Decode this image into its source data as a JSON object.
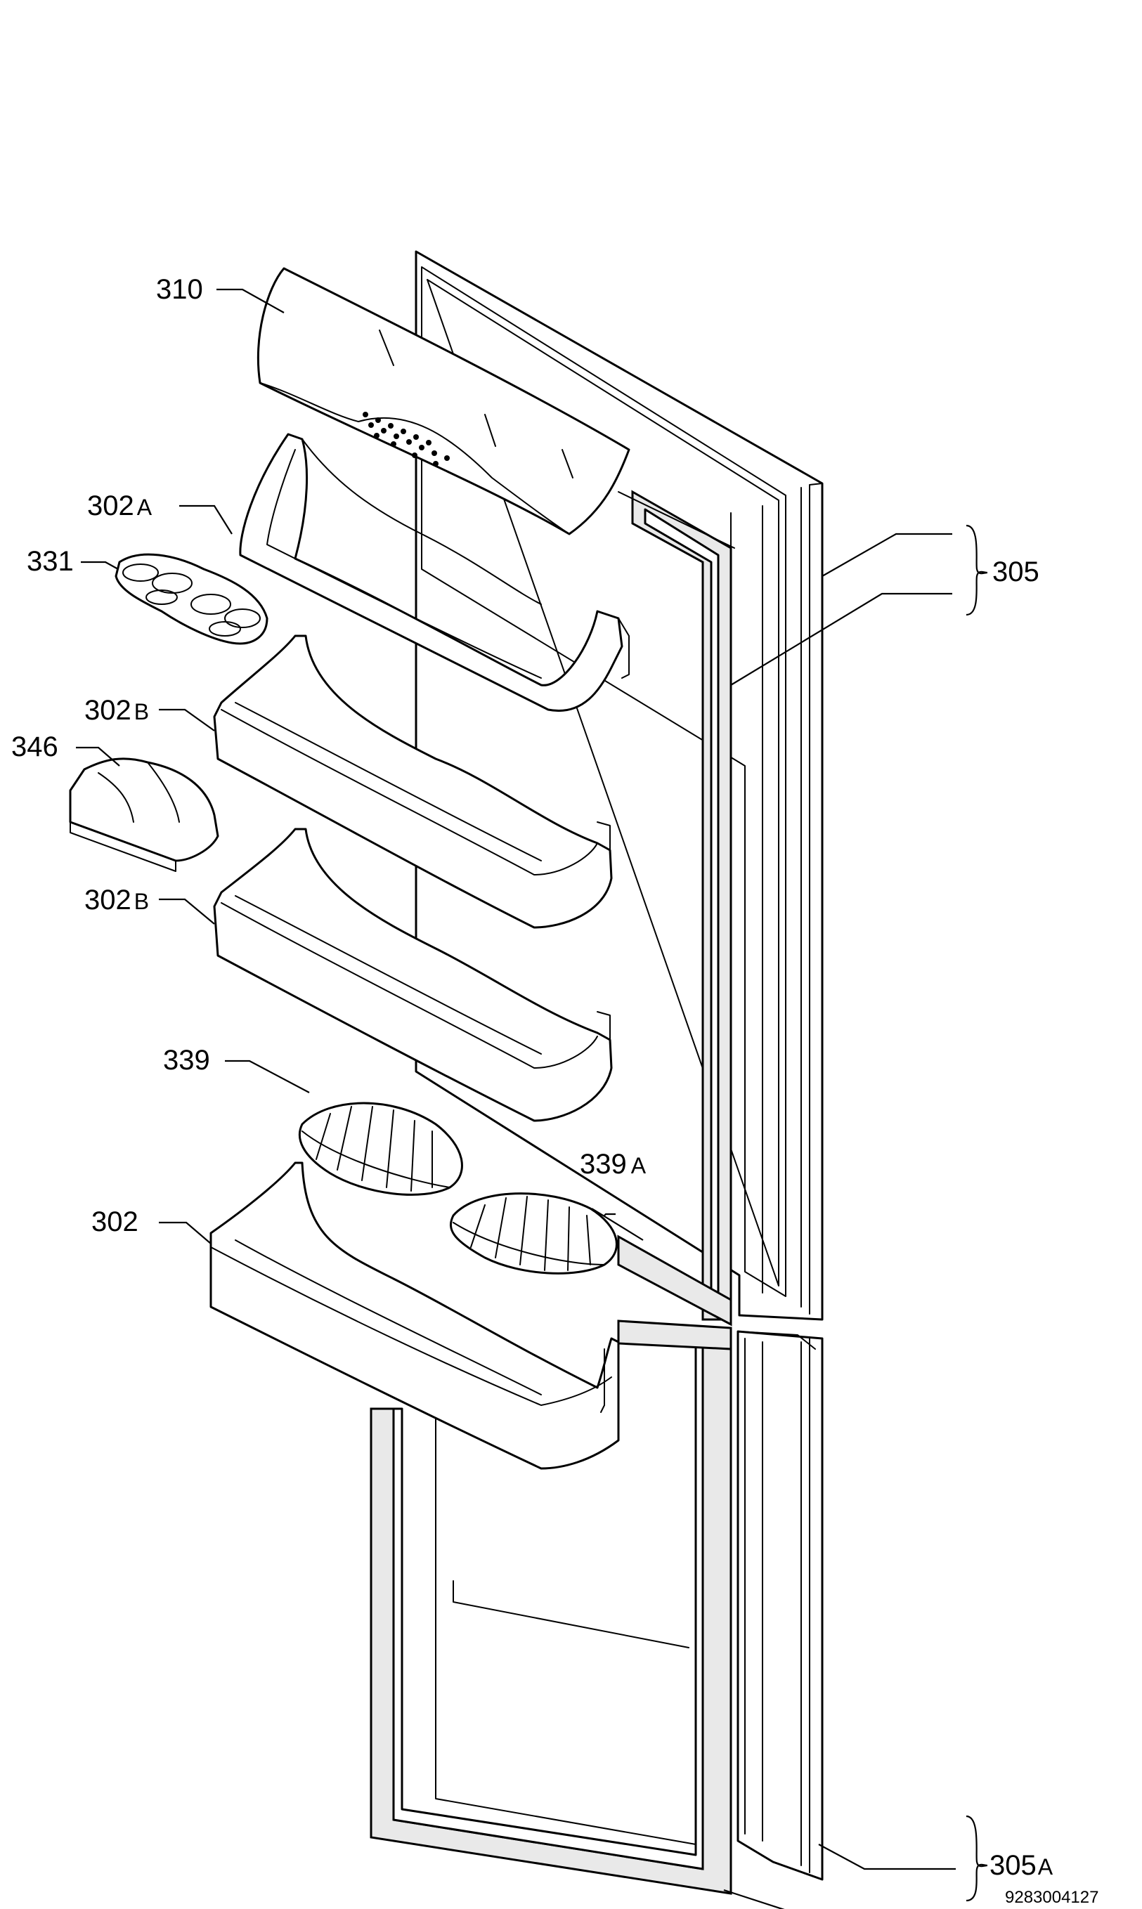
{
  "callouts": {
    "c310": {
      "number": "310",
      "suffix": ""
    },
    "c302A": {
      "number": "302",
      "suffix": "A"
    },
    "c331": {
      "number": "331",
      "suffix": ""
    },
    "c302B_1": {
      "number": "302",
      "suffix": "B"
    },
    "c346": {
      "number": "346",
      "suffix": ""
    },
    "c302B_2": {
      "number": "302",
      "suffix": "B"
    },
    "c339": {
      "number": "339",
      "suffix": ""
    },
    "c339A": {
      "number": "339",
      "suffix": "A"
    },
    "c302": {
      "number": "302",
      "suffix": ""
    },
    "c305": {
      "number": "305",
      "suffix": ""
    },
    "c305A": {
      "number": "305",
      "suffix": "A"
    }
  },
  "drawing_code": "9283004127"
}
